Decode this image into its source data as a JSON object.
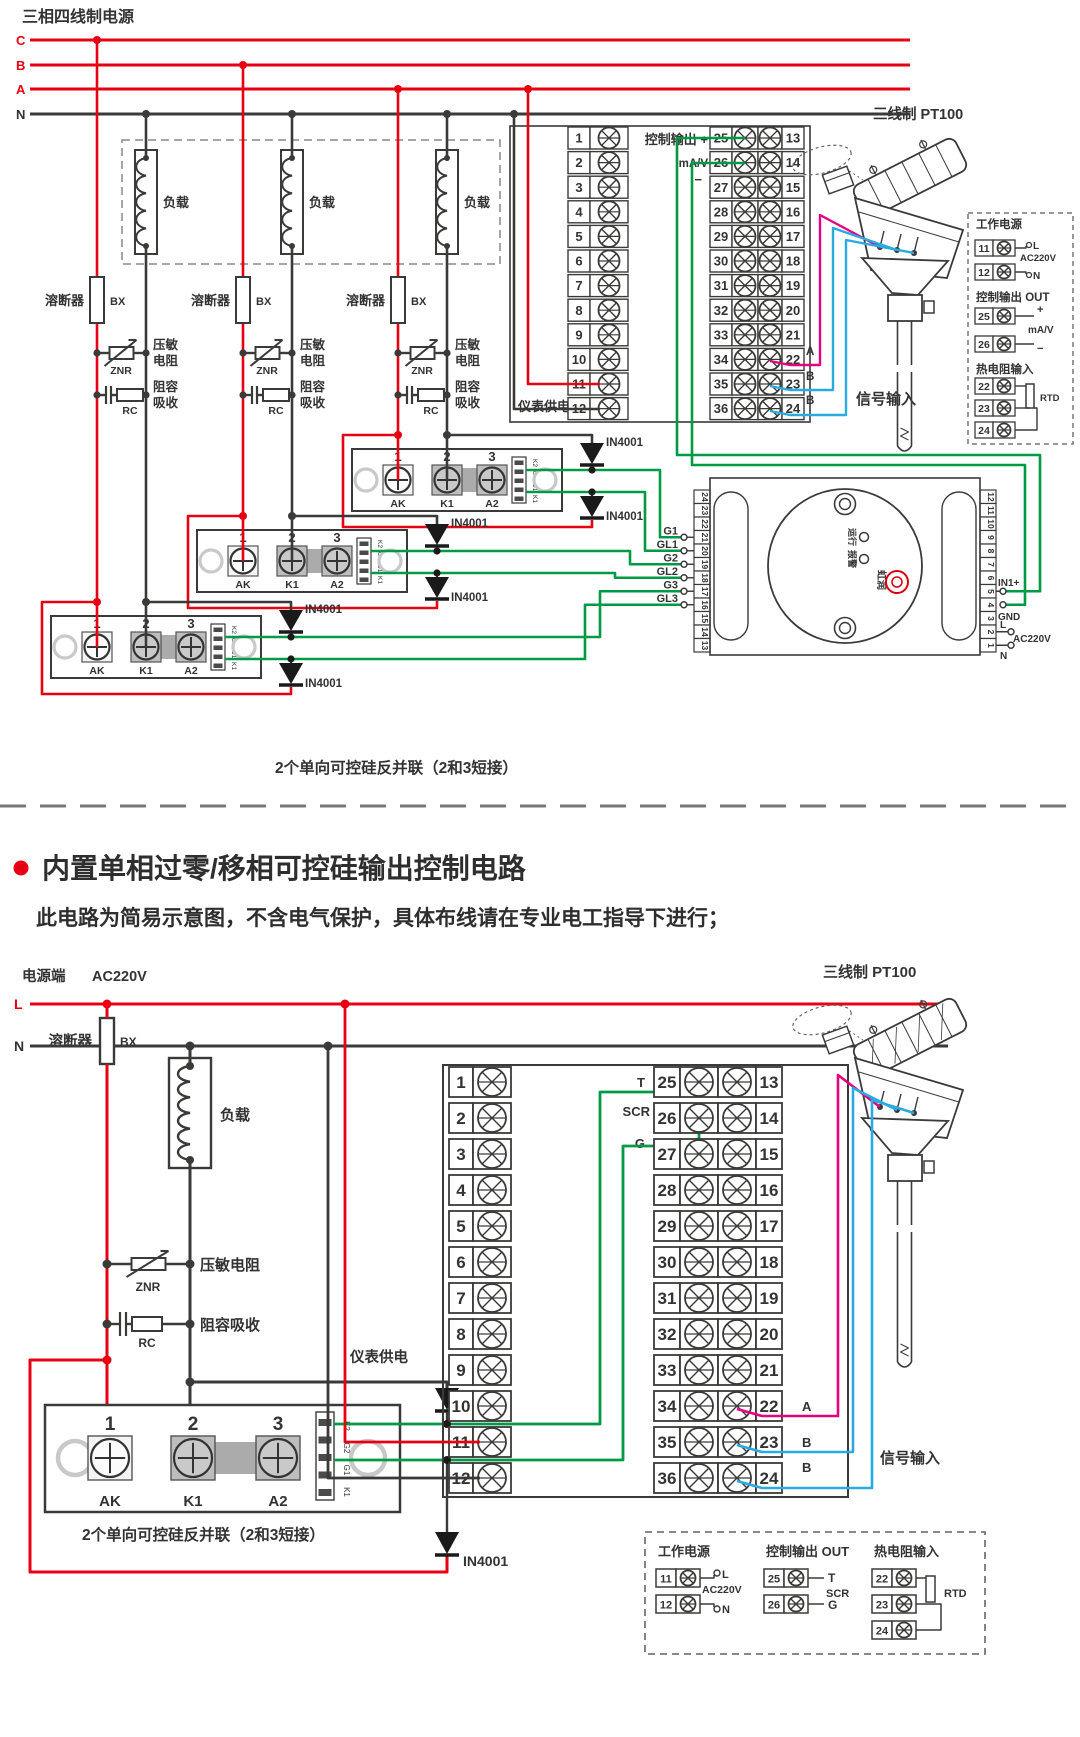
{
  "colors": {
    "line": "#3a3a39",
    "red": "#e60012",
    "green": "#009a44",
    "magenta": "#e4007f",
    "blue": "#29abe2",
    "gray_dash": "#777777",
    "light": "#c8c9ca",
    "mid_gray": "#ababab",
    "dark_gray": "#4a4a4a",
    "text": "#333333",
    "brand_red": "#d7000f"
  },
  "section1": {
    "title": "三相四线制电源",
    "phases": [
      "C",
      "B",
      "A",
      "N"
    ],
    "load": "负载",
    "fuse": "溶断器",
    "fuse_code": "BX",
    "varistor": [
      "压敏",
      "电阻"
    ],
    "varistor_code": "ZNR",
    "rc": [
      "阻容",
      "吸收"
    ],
    "rc_code": "RC",
    "block": {
      "left": [
        "1",
        "2",
        "3",
        "4",
        "5",
        "6",
        "7",
        "8",
        "9",
        "10",
        "11",
        "12"
      ],
      "mid": [
        "25",
        "26",
        "27",
        "28",
        "29",
        "30",
        "31",
        "32",
        "33",
        "34",
        "35",
        "36"
      ],
      "right": [
        "13",
        "14",
        "15",
        "16",
        "17",
        "18",
        "19",
        "20",
        "21",
        "22",
        "23",
        "24"
      ],
      "out_label": "控制输出 +",
      "ma_v": "mA/V",
      "minus": "−",
      "supply": "仪表供电"
    },
    "module": {
      "nums": [
        "1",
        "2",
        "3"
      ],
      "terms": [
        "AK",
        "K1",
        "A2"
      ],
      "strip": [
        "K2",
        "G2",
        "G1",
        "K1"
      ]
    },
    "diode": "IN4001",
    "gates": [
      "G1",
      "GL1",
      "G2",
      "GL2",
      "G3",
      "GL3"
    ],
    "controller": {
      "left_strip": [
        "24",
        "23",
        "22",
        "21",
        "20",
        "19",
        "18",
        "17",
        "16",
        "15",
        "14",
        "13"
      ],
      "right_strip": [
        "12",
        "11",
        "10",
        "9",
        "8",
        "7",
        "6",
        "5",
        "4",
        "3",
        "2",
        "1"
      ],
      "run": "运行",
      "alarm": "报警",
      "brand": "虹润",
      "in1": "IN1+",
      "gnd": "GND",
      "l": "L",
      "ac": "AC220V",
      "n": "N"
    },
    "pt100": "三线制 PT100",
    "signal": "信号输入",
    "signal_wires": [
      "A",
      "B",
      "B"
    ],
    "infobox": {
      "power": "工作电源",
      "n11": "11",
      "n12": "12",
      "l": "L",
      "ac": "AC220V",
      "n": "N",
      "out": "控制输出 OUT",
      "n25": "25",
      "n26": "26",
      "plus": "+",
      "ma_v": "mA/V",
      "minus": "−",
      "rtd_title": "热电阻输入",
      "n22": "22",
      "n23": "23",
      "n24": "24",
      "rtd": "RTD"
    },
    "caption": "2个单向可控硅反并联（2和3短接）"
  },
  "section2": {
    "heading": "内置单相过零/移相可控硅输出控制电路",
    "subheading": "此电路为简易示意图，不含电气保护，具体布线请在专业电工指导下进行；",
    "power": "电源端",
    "voltage": "AC220V",
    "l": "L",
    "n": "N",
    "fuse": "溶断器",
    "fuse_code": "BX",
    "load": "负载",
    "varistor": "压敏电阻",
    "varistor_code": "ZNR",
    "rc": "阻容吸收",
    "rc_code": "RC",
    "block": {
      "left": [
        "1",
        "2",
        "3",
        "4",
        "5",
        "6",
        "7",
        "8",
        "9",
        "10",
        "11",
        "12"
      ],
      "mid": [
        "25",
        "26",
        "27",
        "28",
        "29",
        "30",
        "31",
        "32",
        "33",
        "34",
        "35",
        "36"
      ],
      "right": [
        "13",
        "14",
        "15",
        "16",
        "17",
        "18",
        "19",
        "20",
        "21",
        "22",
        "23",
        "24"
      ],
      "t": "T",
      "scr": "SCR",
      "g": "G",
      "supply": "仪表供电"
    },
    "module": {
      "nums": [
        "1",
        "2",
        "3"
      ],
      "terms": [
        "AK",
        "K1",
        "A2"
      ],
      "strip": [
        "K2",
        "G2",
        "G1",
        "K1"
      ]
    },
    "diode": "IN4001",
    "pt100": "三线制 PT100",
    "signal": "信号输入",
    "signal_wires": [
      "A",
      "B",
      "B"
    ],
    "infobox": {
      "power": "工作电源",
      "n11": "11",
      "n12": "12",
      "l": "L",
      "ac": "AC220V",
      "n": "N",
      "out": "控制输出 OUT",
      "n25": "25",
      "n26": "26",
      "t": "T",
      "scr": "SCR",
      "g": "G",
      "rtd_title": "热电阻输入",
      "n22": "22",
      "n23": "23",
      "n24": "24",
      "rtd": "RTD"
    },
    "caption": "2个单向可控硅反并联（2和3短接）"
  }
}
